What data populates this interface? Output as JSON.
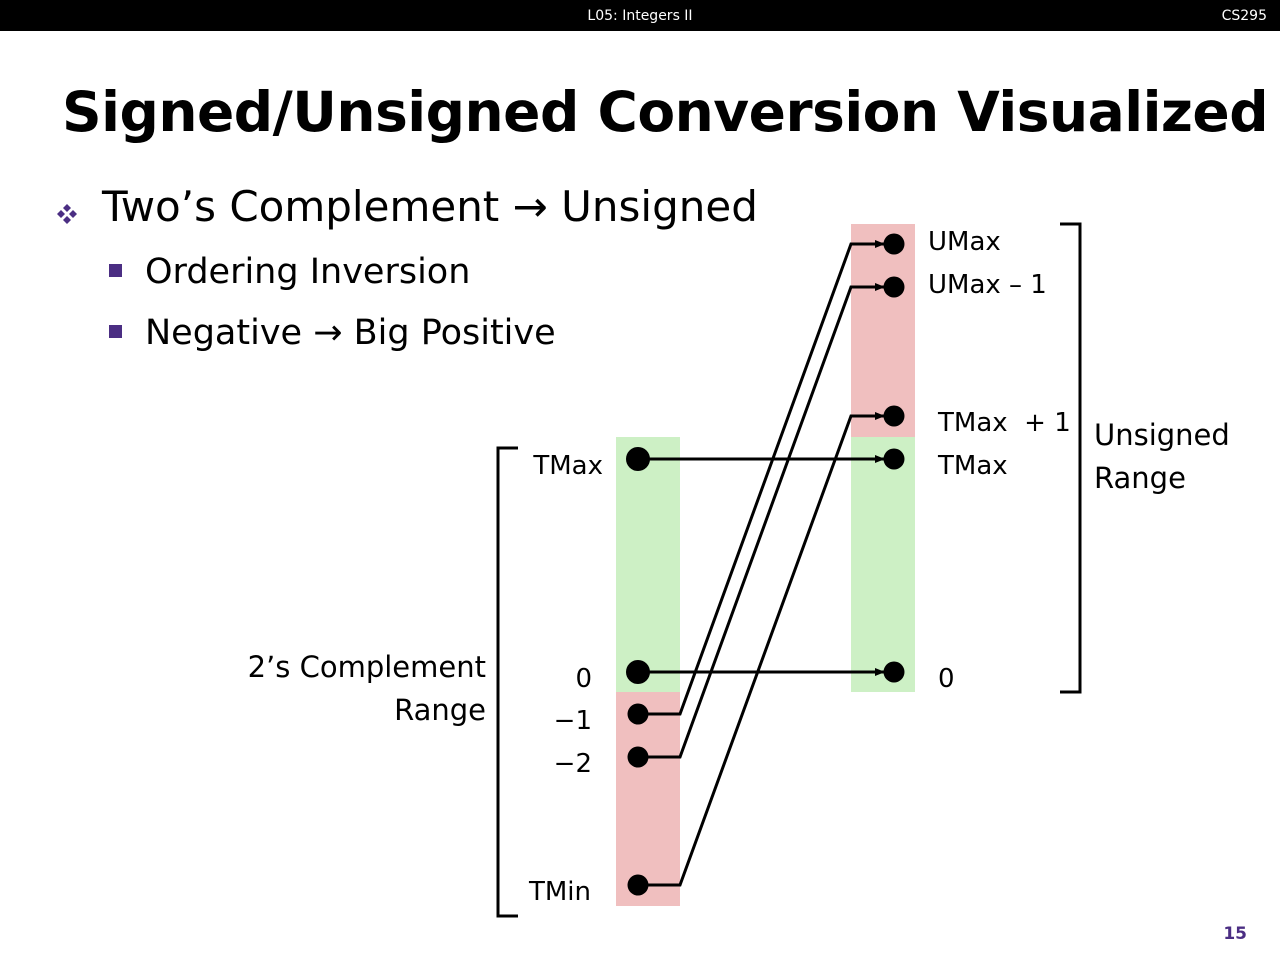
{
  "header": {
    "lecture": "L05:  Integers II",
    "course": "CS295"
  },
  "title": "Signed/Unsigned Conversion Visualized",
  "bullets": [
    {
      "text": "Two’s Complement → Unsigned",
      "icon": "diamond-cluster-bullet-icon",
      "sub": [
        {
          "text": "Ordering Inversion",
          "icon": "square-bullet-icon"
        },
        {
          "text": "Negative → Big Positive",
          "icon": "square-bullet-icon"
        }
      ]
    }
  ],
  "diagram": {
    "left_range_label": [
      "2’s Complement",
      "Range"
    ],
    "right_range_label": [
      "Unsigned",
      "Range"
    ],
    "left_points": {
      "tmax": "TMax",
      "zero": "0",
      "neg1": "−1",
      "neg2": "−2",
      "tmin": "TMin"
    },
    "right_points": {
      "umax": "UMax",
      "umax1": "UMax – 1",
      "tmax1": "TMax  + 1",
      "tmax": "TMax",
      "zero": "0"
    },
    "colors": {
      "positive": "#cdf0c5",
      "negative": "#f0bfbf",
      "accent": "#4b2e83"
    }
  },
  "page_number": "15"
}
